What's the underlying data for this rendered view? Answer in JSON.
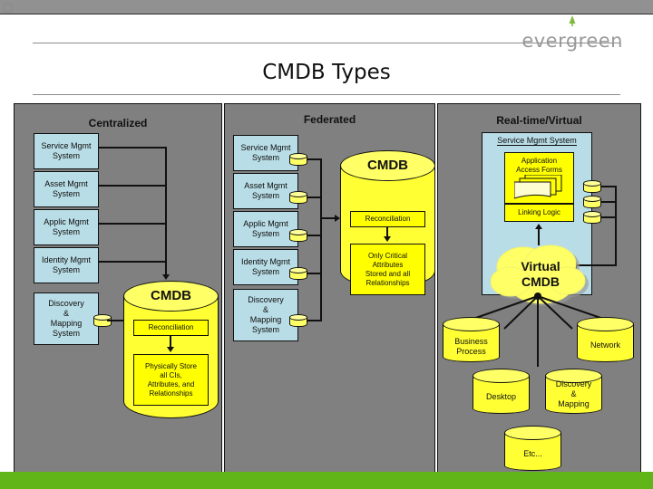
{
  "brand": {
    "name": "evergreen",
    "logo_icon": "evergreen-tree-icon",
    "logo_color": "#7fba3e",
    "text_color": "#9a9a9a",
    "accent_bar_color": "#61b518",
    "chrome_bar_color": "#919191"
  },
  "page": {
    "title": "CMDB Types",
    "panel_bg": "#808080",
    "box_blue": "#b9dde6",
    "box_yellow": "#ffff00"
  },
  "columns": [
    {
      "id": "centralized",
      "title": "Centralized",
      "sources": [
        "Service Mgmt\nSystem",
        "Asset Mgmt\nSystem",
        "Applic Mgmt\nSystem",
        "Identity Mgmt\nSystem"
      ],
      "discovery": "Discovery\n&\nMapping\nSystem",
      "cmdb": {
        "label": "CMDB",
        "reconciliation": "Reconciliation",
        "store": "Physically Store\nall CIs,\nAttributes, and\nRelationships"
      }
    },
    {
      "id": "federated",
      "title": "Federated",
      "sources": [
        "Service Mgmt\nSystem",
        "Asset Mgmt\nSystem",
        "Applic Mgmt\nSystem",
        "Identity Mgmt\nSystem"
      ],
      "discovery": "Discovery\n&\nMapping\nSystem",
      "cmdb": {
        "label": "CMDB",
        "reconciliation": "Reconciliation",
        "store": "Only Critical\nAttributes\nStored and all\nRelationships"
      }
    },
    {
      "id": "realtime",
      "title": "Real-time/Virtual",
      "system_box_label": "Service Mgmt System",
      "application_forms": "Application\nAccess Forms",
      "linking_logic": "Linking Logic",
      "virtual_cloud": "Virtual\nCMDB",
      "repositories": [
        "Business\nProcess",
        "Network",
        "Desktop",
        "Discovery\n&\nMapping",
        "Etc..."
      ]
    }
  ]
}
